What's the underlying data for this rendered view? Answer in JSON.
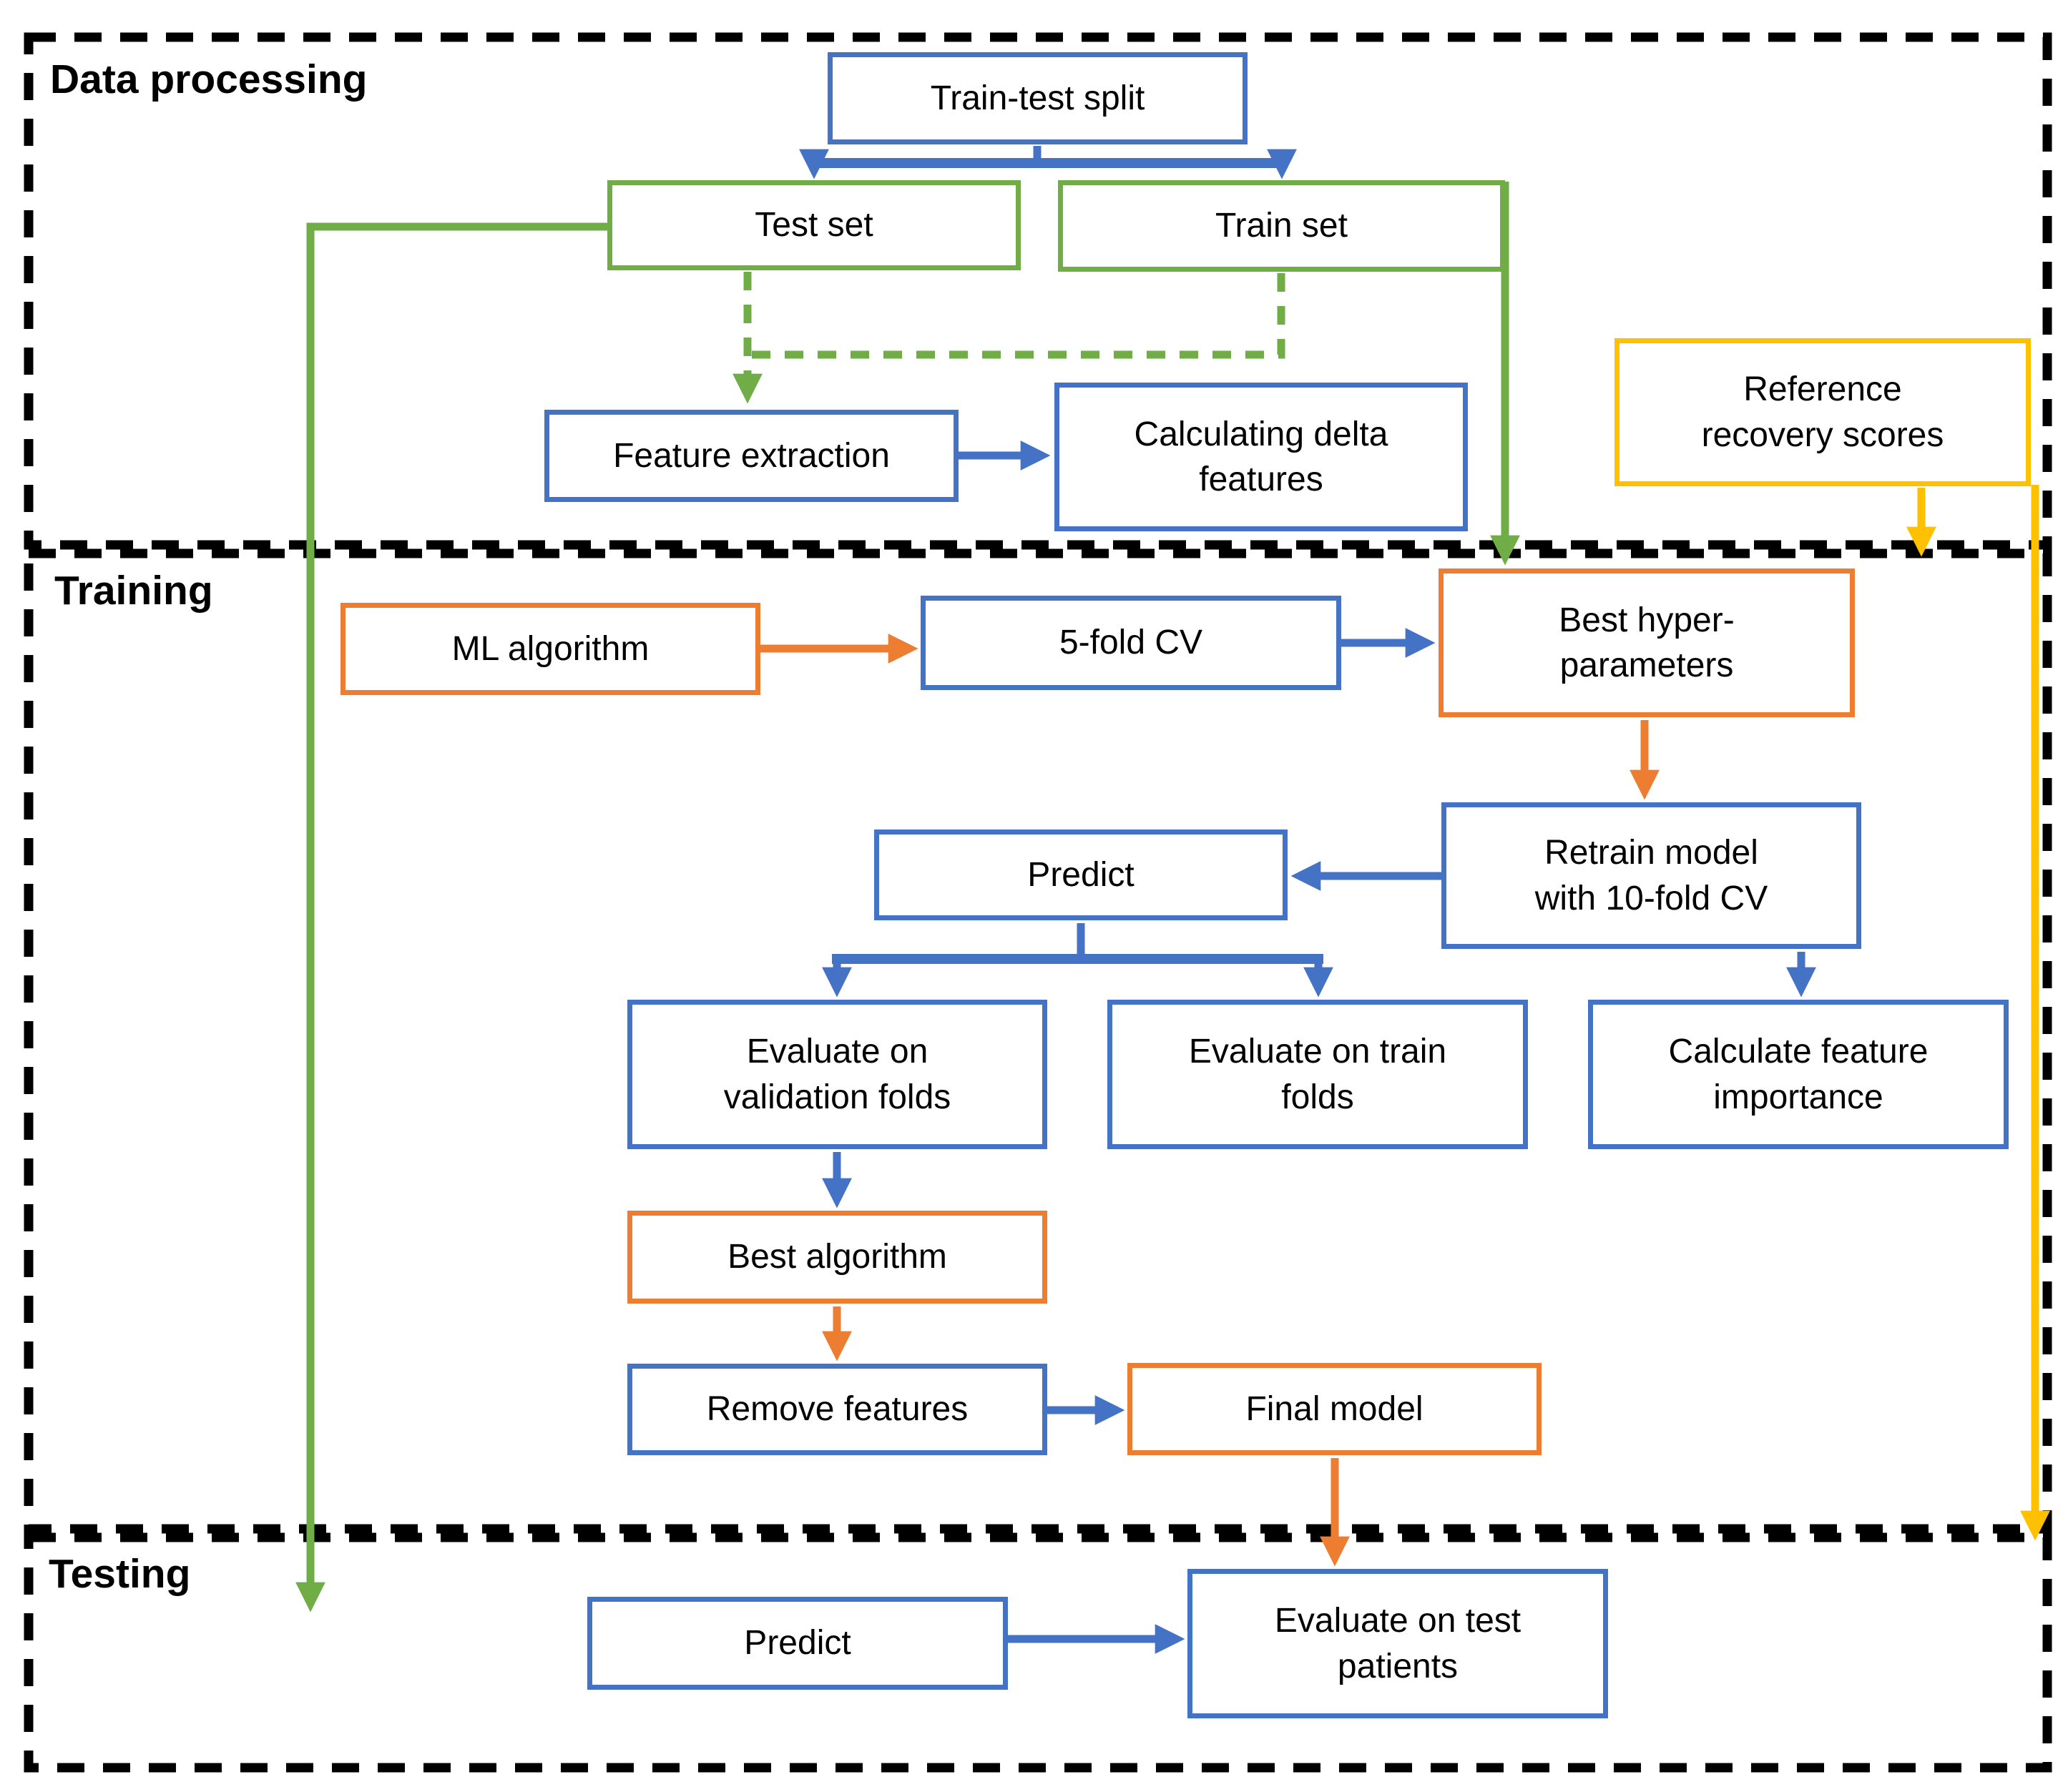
{
  "sections": {
    "data_processing": {
      "label": "Data processing"
    },
    "training": {
      "label": "Training"
    },
    "testing": {
      "label": "Testing"
    }
  },
  "boxes": {
    "train_test_split": {
      "label": "Train-test split",
      "border_color_name": "blue"
    },
    "test_set": {
      "label": "Test set",
      "border_color_name": "green"
    },
    "train_set": {
      "label": "Train set",
      "border_color_name": "green"
    },
    "feature_extraction": {
      "label": "Feature extraction",
      "border_color_name": "blue"
    },
    "calculating_delta_features": {
      "label": "Calculating delta\nfeatures",
      "border_color_name": "blue"
    },
    "reference_recovery_scores": {
      "label": "Reference\nrecovery scores",
      "border_color_name": "yellow"
    },
    "ml_algorithm": {
      "label": "ML algorithm",
      "border_color_name": "orange"
    },
    "five_fold_cv": {
      "label": "5-fold CV",
      "border_color_name": "blue"
    },
    "best_hyperparameters": {
      "label": "Best hyper-\nparameters",
      "border_color_name": "orange"
    },
    "retrain_model": {
      "label": "Retrain model\nwith 10-fold CV",
      "border_color_name": "blue"
    },
    "predict_training": {
      "label": "Predict",
      "border_color_name": "blue"
    },
    "evaluate_validation_folds": {
      "label": "Evaluate on\nvalidation folds",
      "border_color_name": "blue"
    },
    "evaluate_train_folds": {
      "label": "Evaluate on train\nfolds",
      "border_color_name": "blue"
    },
    "calculate_feature_importance": {
      "label": "Calculate feature\nimportance",
      "border_color_name": "blue"
    },
    "best_algorithm": {
      "label": "Best algorithm",
      "border_color_name": "orange"
    },
    "remove_features": {
      "label": "Remove features",
      "border_color_name": "blue"
    },
    "final_model": {
      "label": "Final model",
      "border_color_name": "orange"
    },
    "predict_testing": {
      "label": "Predict",
      "border_color_name": "blue"
    },
    "evaluate_test_patients": {
      "label": "Evaluate on test\npatients",
      "border_color_name": "blue"
    }
  },
  "colors": {
    "blue": "#4472C4",
    "green": "#70AD47",
    "orange": "#ED7D31",
    "yellow": "#FFC000",
    "section_border": "#000000",
    "text": "#000000",
    "background": "#FFFFFF"
  }
}
